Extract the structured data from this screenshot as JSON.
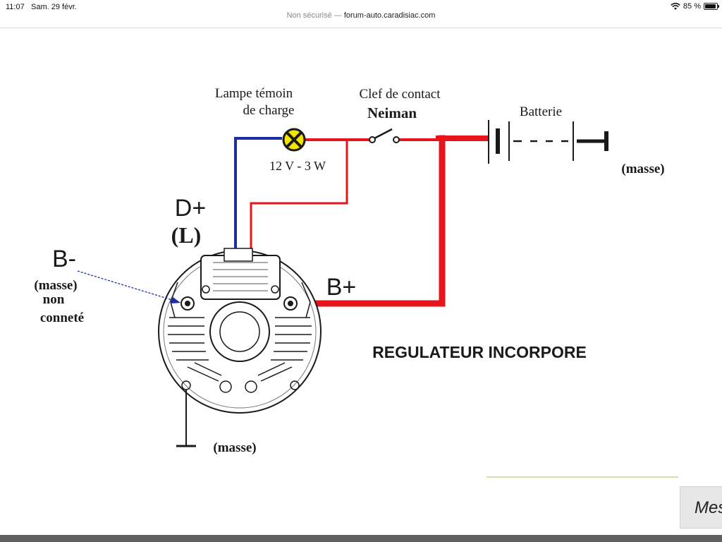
{
  "status_bar": {
    "time": "11:07",
    "date": "Sam. 29 févr.",
    "battery_percent": "85 %",
    "battery_level": 0.85,
    "icons": [
      "wifi-icon",
      "battery-icon"
    ]
  },
  "address_bar": {
    "prefix": "Non sécurisé — ",
    "host": "forum-auto.caradisiac.com"
  },
  "diagram": {
    "labels": {
      "lamp_line1": "Lampe témoin",
      "lamp_line2": "de charge",
      "lamp_rating": "12 V - 3 W",
      "key_line1": "Clef de contact",
      "key_line2": "Neiman",
      "battery": "Batterie",
      "battery_ground": "(masse)",
      "d_plus": "D+",
      "d_plus_alt": "(L)",
      "b_minus": "B-",
      "b_minus_note1": "(masse)",
      "b_minus_note2": "non",
      "b_minus_note3": "conneté",
      "b_plus": "B+",
      "regulator": "REGULATEUR INCORPORE",
      "alternator_ground": "(masse)"
    },
    "colors": {
      "wire_positive": "#e8141c",
      "wire_lamp": "#1d2fa0",
      "lamp_fill": "#f2e600",
      "ink": "#1a1a1a"
    }
  },
  "side_button": {
    "label": "Mes"
  }
}
